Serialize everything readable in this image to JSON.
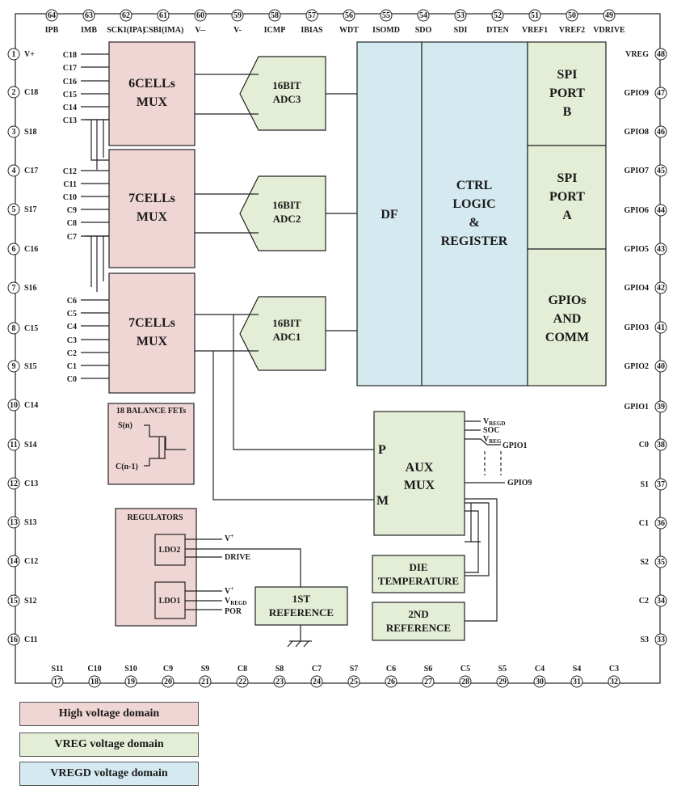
{
  "colors": {
    "high_voltage": "#f0d5d5",
    "vreg": "#e4edd6",
    "vregd": "#d5e9f0",
    "stroke": "#222222"
  },
  "pins": {
    "top": [
      {
        "num": "64",
        "label": "IPB"
      },
      {
        "num": "63",
        "label": "IMB"
      },
      {
        "num": "62",
        "label": "SCKI(IPA)"
      },
      {
        "num": "61",
        "label": "CSBI(IMA)"
      },
      {
        "num": "60",
        "label": "V--"
      },
      {
        "num": "59",
        "label": "V-"
      },
      {
        "num": "58",
        "label": "ICMP"
      },
      {
        "num": "57",
        "label": "IBIAS"
      },
      {
        "num": "56",
        "label": "WDT"
      },
      {
        "num": "55",
        "label": "ISOMD"
      },
      {
        "num": "54",
        "label": "SDO"
      },
      {
        "num": "53",
        "label": "SDI"
      },
      {
        "num": "52",
        "label": "DTEN"
      },
      {
        "num": "51",
        "label": "VREF1"
      },
      {
        "num": "50",
        "label": "VREF2"
      },
      {
        "num": "49",
        "label": "VDRIVE"
      }
    ],
    "left": [
      {
        "num": "1",
        "label": "V+"
      },
      {
        "num": "2",
        "label": "C18"
      },
      {
        "num": "3",
        "label": "S18"
      },
      {
        "num": "4",
        "label": "C17"
      },
      {
        "num": "5",
        "label": "S17"
      },
      {
        "num": "6",
        "label": "C16"
      },
      {
        "num": "7",
        "label": "S16"
      },
      {
        "num": "8",
        "label": "C15"
      },
      {
        "num": "9",
        "label": "S15"
      },
      {
        "num": "10",
        "label": "C14"
      },
      {
        "num": "11",
        "label": "S14"
      },
      {
        "num": "12",
        "label": "C13"
      },
      {
        "num": "13",
        "label": "S13"
      },
      {
        "num": "14",
        "label": "C12"
      },
      {
        "num": "15",
        "label": "S12"
      },
      {
        "num": "16",
        "label": "C11"
      }
    ],
    "right": [
      {
        "num": "48",
        "label": "VREG"
      },
      {
        "num": "47",
        "label": "GPIO9"
      },
      {
        "num": "46",
        "label": "GPIO8"
      },
      {
        "num": "45",
        "label": "GPIO7"
      },
      {
        "num": "44",
        "label": "GPIO6"
      },
      {
        "num": "43",
        "label": "GPIO5"
      },
      {
        "num": "42",
        "label": "GPIO4"
      },
      {
        "num": "41",
        "label": "GPIO3"
      },
      {
        "num": "40",
        "label": "GPIO2"
      },
      {
        "num": "39",
        "label": "GPIO1"
      },
      {
        "num": "38",
        "label": "C0"
      },
      {
        "num": "37",
        "label": "S1"
      },
      {
        "num": "36",
        "label": "C1"
      },
      {
        "num": "35",
        "label": "S2"
      },
      {
        "num": "34",
        "label": "C2"
      },
      {
        "num": "33",
        "label": "S3"
      }
    ],
    "bottom": [
      {
        "num": "17",
        "label": "S11"
      },
      {
        "num": "18",
        "label": "C10"
      },
      {
        "num": "19",
        "label": "S10"
      },
      {
        "num": "20",
        "label": "C9"
      },
      {
        "num": "21",
        "label": "S9"
      },
      {
        "num": "22",
        "label": "C8"
      },
      {
        "num": "23",
        "label": "S8"
      },
      {
        "num": "24",
        "label": "C7"
      },
      {
        "num": "25",
        "label": "S7"
      },
      {
        "num": "26",
        "label": "C6"
      },
      {
        "num": "27",
        "label": "S6"
      },
      {
        "num": "28",
        "label": "C5"
      },
      {
        "num": "29",
        "label": "S5"
      },
      {
        "num": "30",
        "label": "C4"
      },
      {
        "num": "31",
        "label": "S4"
      },
      {
        "num": "32",
        "label": "C3"
      }
    ]
  },
  "inputs": {
    "mux3": [
      "C18",
      "C17",
      "C16",
      "C15",
      "C14",
      "C13"
    ],
    "mux2": [
      "C12",
      "C11",
      "C10",
      "C9",
      "C8",
      "C7"
    ],
    "mux1": [
      "C6",
      "C5",
      "C4",
      "C3",
      "C2",
      "C1",
      "C0"
    ]
  },
  "blocks": {
    "mux3": [
      "6CELLs",
      "MUX"
    ],
    "mux2": [
      "7CELLs",
      "MUX"
    ],
    "mux1": [
      "7CELLs",
      "MUX"
    ],
    "adc3": [
      "16BIT",
      "ADC3"
    ],
    "adc2": [
      "16BIT",
      "ADC2"
    ],
    "adc1": [
      "16BIT",
      "ADC1"
    ],
    "df": "DF",
    "ctrl": [
      "CTRL",
      "LOGIC",
      "&",
      "REGISTER"
    ],
    "spib": [
      "SPI",
      "PORT",
      "B"
    ],
    "spia": [
      "SPI",
      "PORT",
      "A"
    ],
    "gpios": [
      "GPIOs",
      "AND",
      "COMM"
    ],
    "aux": [
      "AUX",
      "MUX"
    ],
    "aux_p": "P",
    "aux_m": "M",
    "die_temp": [
      "DIE",
      "TEMPERATURE"
    ],
    "ref2": [
      "2ND",
      "REFERENCE"
    ],
    "ref1": [
      "1ST",
      "REFERENCE"
    ],
    "balance_title": "18 BALANCE FETs",
    "balance_sn": "S(n)",
    "balance_cn": "C(n-1)",
    "regulators_title": "REGULATORS",
    "ldo2": "LDO2",
    "ldo1": "LDO1"
  },
  "signals": {
    "aux_in": [
      "V",
      "REGD",
      "SOC",
      "V",
      "REG",
      "GPIO1",
      "GPIO9"
    ],
    "ldo2_out": [
      "V",
      "+",
      "DRIVE"
    ],
    "ldo1_out": [
      "V",
      "+",
      "V",
      "REGD",
      "POR"
    ]
  },
  "legend": [
    {
      "label": "High voltage domain",
      "color": "#f0d5d5"
    },
    {
      "label": "VREG voltage domain",
      "color": "#e4edd6"
    },
    {
      "label": "VREGD voltage domain",
      "color": "#d5e9f0"
    }
  ]
}
